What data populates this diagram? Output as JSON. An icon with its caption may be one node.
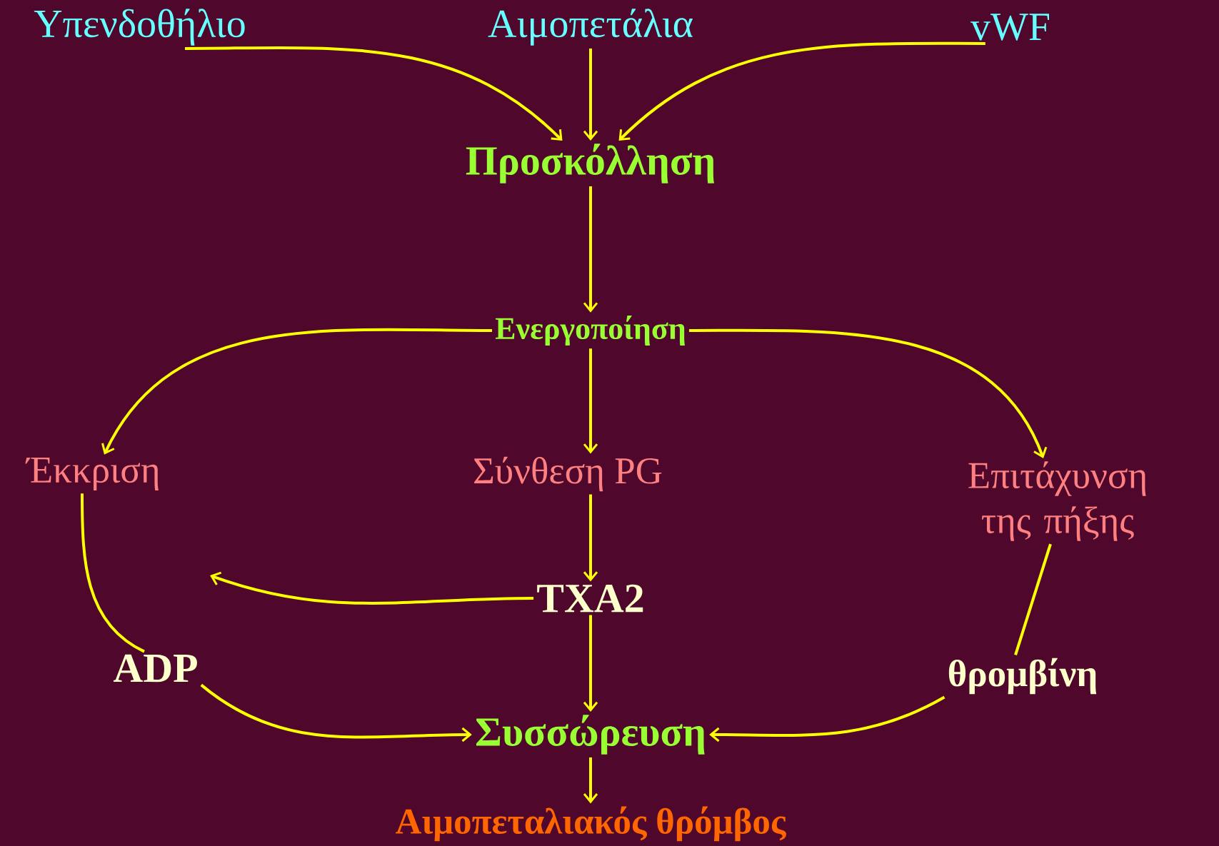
{
  "diagram": {
    "nodes": [
      {
        "text": [
          "Υπενδοθήλιο"
        ]
      },
      {
        "text": [
          "Αιμοπετάλια"
        ]
      },
      {
        "text": [
          "vWF"
        ]
      },
      {
        "text": [
          "Προσκόλληση"
        ]
      },
      {
        "text": [
          "Ενεργοποίηση"
        ]
      },
      {
        "text": [
          "Έκκριση"
        ]
      },
      {
        "text": [
          "Σύνθεση PG"
        ]
      },
      {
        "text": [
          "Επιτάχυνση της πήξης"
        ]
      },
      {
        "text": [
          "TXA2"
        ]
      },
      {
        "text": [
          "ADP"
        ]
      },
      {
        "text": [
          "θρομβίνη"
        ]
      },
      {
        "text": [
          "Συσσώρευση"
        ]
      },
      {
        "text": [
          "Αιμοπεταλιακός θρόμβος"
        ]
      }
    ],
    "edges": [
      {
        "from": 0,
        "to": 3,
        "arrow": "to"
      },
      {
        "from": 1,
        "to": 3,
        "arrow": "to"
      },
      {
        "from": 2,
        "to": 3,
        "arrow": "to"
      },
      {
        "from": 3,
        "to": 4,
        "arrow": "to"
      },
      {
        "from": 4,
        "to": 5,
        "arrow": "to"
      },
      {
        "from": 4,
        "to": 6,
        "arrow": "to"
      },
      {
        "from": 4,
        "to": 7,
        "arrow": "to"
      },
      {
        "from": 6,
        "to": 8,
        "arrow": "to"
      },
      {
        "from": 8,
        "to": null,
        "arrow": "to"
      },
      {
        "from": 5,
        "to": 9,
        "arrow": "none"
      },
      {
        "from": 9,
        "to": 11,
        "arrow": "to"
      },
      {
        "from": 7,
        "to": 10,
        "arrow": "none"
      },
      {
        "from": 10,
        "to": 11,
        "arrow": "to"
      },
      {
        "from": 8,
        "to": 11,
        "arrow": "to"
      },
      {
        "from": 11,
        "to": 12,
        "arrow": "to"
      }
    ]
  }
}
